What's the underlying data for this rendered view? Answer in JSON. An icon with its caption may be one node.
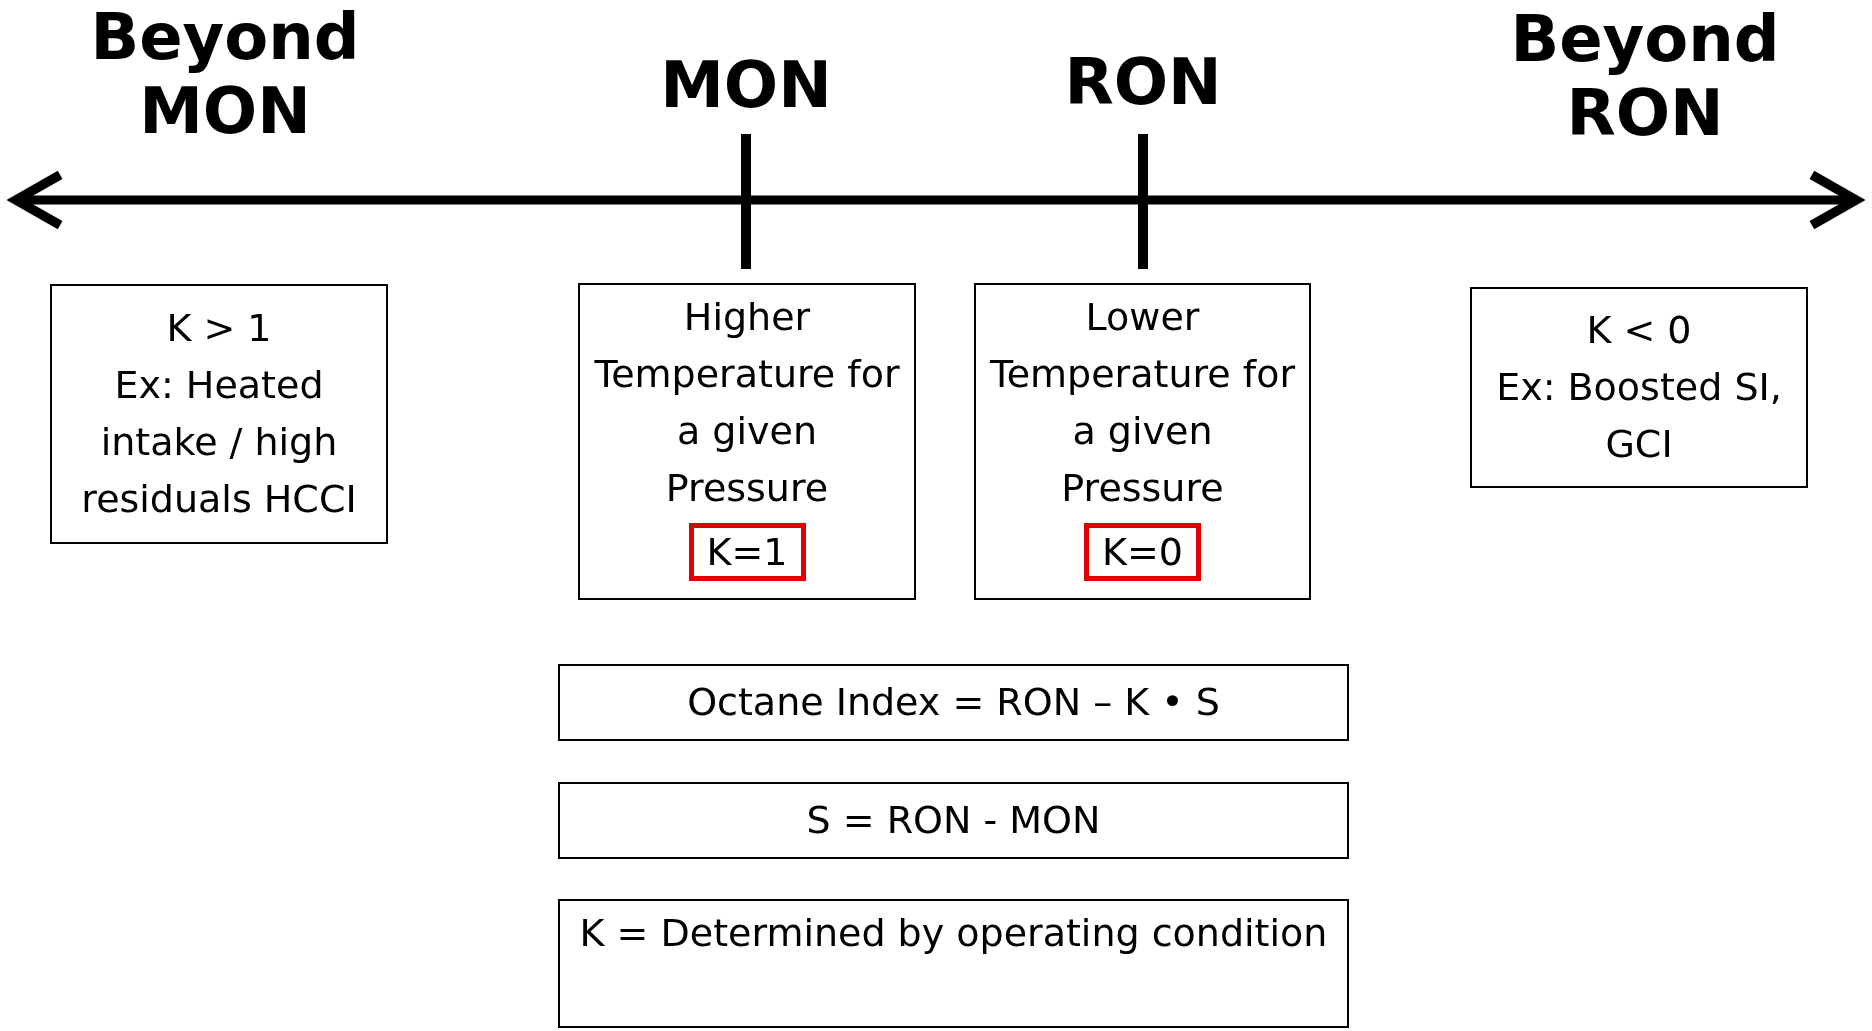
{
  "diagram": {
    "nodes": [
      {
        "text": [
          "K > 1",
          "Ex: Heated intake / high residuals HCCI"
        ]
      },
      {
        "text": [
          "Higher Temperature for a given Pressure"
        ]
      },
      {
        "text": [
          "K=1"
        ],
        "in": 1
      },
      {
        "text": [
          "Lower Temperature for a given Pressure"
        ]
      },
      {
        "text": [
          "K=0"
        ],
        "in": 3
      },
      {
        "text": [
          "K < 0",
          "Ex: Boosted SI, GCI"
        ]
      },
      {
        "text": [
          "Octane Index = RON – K • S"
        ]
      },
      {
        "text": [
          "S = RON - MON"
        ]
      },
      {
        "text": [
          "K = Determined by operating condition"
        ]
      }
    ],
    "edges": [],
    "labels": [
      "Beyond MON",
      "MON",
      "RON",
      "Beyond RON"
    ]
  }
}
